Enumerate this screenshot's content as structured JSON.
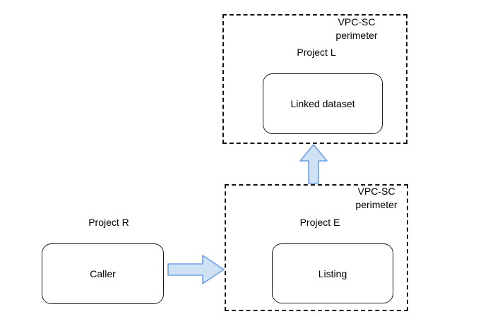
{
  "diagram": {
    "perimeter_top": {
      "perimeter_label": "VPC-SC\nperimeter",
      "project_label": "Project L",
      "node_label": "Linked dataset"
    },
    "perimeter_bottom": {
      "perimeter_label": "VPC-SC\nperimeter",
      "project_label": "Project E",
      "node_label": "Listing"
    },
    "caller_group": {
      "project_label": "Project R",
      "node_label": "Caller"
    },
    "arrows": [
      {
        "name": "caller-to-project-e",
        "direction": "right"
      },
      {
        "name": "project-e-to-project-l",
        "direction": "up"
      }
    ]
  },
  "colors": {
    "background": "#ffffff",
    "text": "#000000",
    "node_border": "#1a1a1a",
    "perimeter_border": "#111111",
    "arrow_fill": "#cfe2f3",
    "arrow_stroke": "#6d9eeb"
  }
}
